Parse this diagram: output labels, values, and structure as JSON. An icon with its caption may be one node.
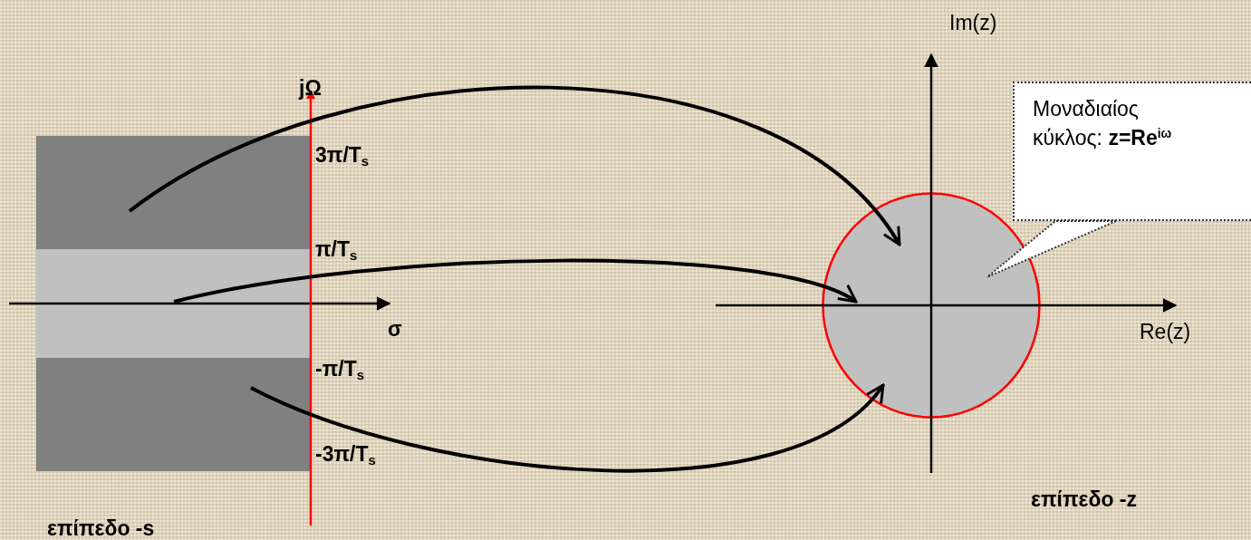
{
  "diagram": {
    "nodes": [
      {
        "text": [],
        "shape": "box"
      },
      {
        "text": [],
        "shape": "box"
      },
      {
        "text": [],
        "shape": "box"
      },
      {
        "text": [],
        "shape": "circle"
      },
      {
        "text": [
          "Μοναδιαίος κύκλος:  **z=Re**$^{iω}$"
        ]
      }
    ],
    "edges": [
      {
        "from": 0,
        "to": 3,
        "arrow": "to"
      },
      {
        "from": 1,
        "to": 3,
        "arrow": "to"
      },
      {
        "from": 2,
        "to": 3,
        "arrow": "to"
      },
      {
        "from": 4,
        "to": 3,
        "arrow": "none",
        "style": "dashed"
      }
    ],
    "labels": [
      "jΩ",
      "3π/T$_{s}$",
      "π/T$_{s}$",
      "σ",
      "-π/T$_{s}$",
      "-3π/T$_{s}$",
      "επίπεδο -s",
      "Im(z)",
      "Re(z)",
      "επίπεδο -z"
    ]
  }
}
